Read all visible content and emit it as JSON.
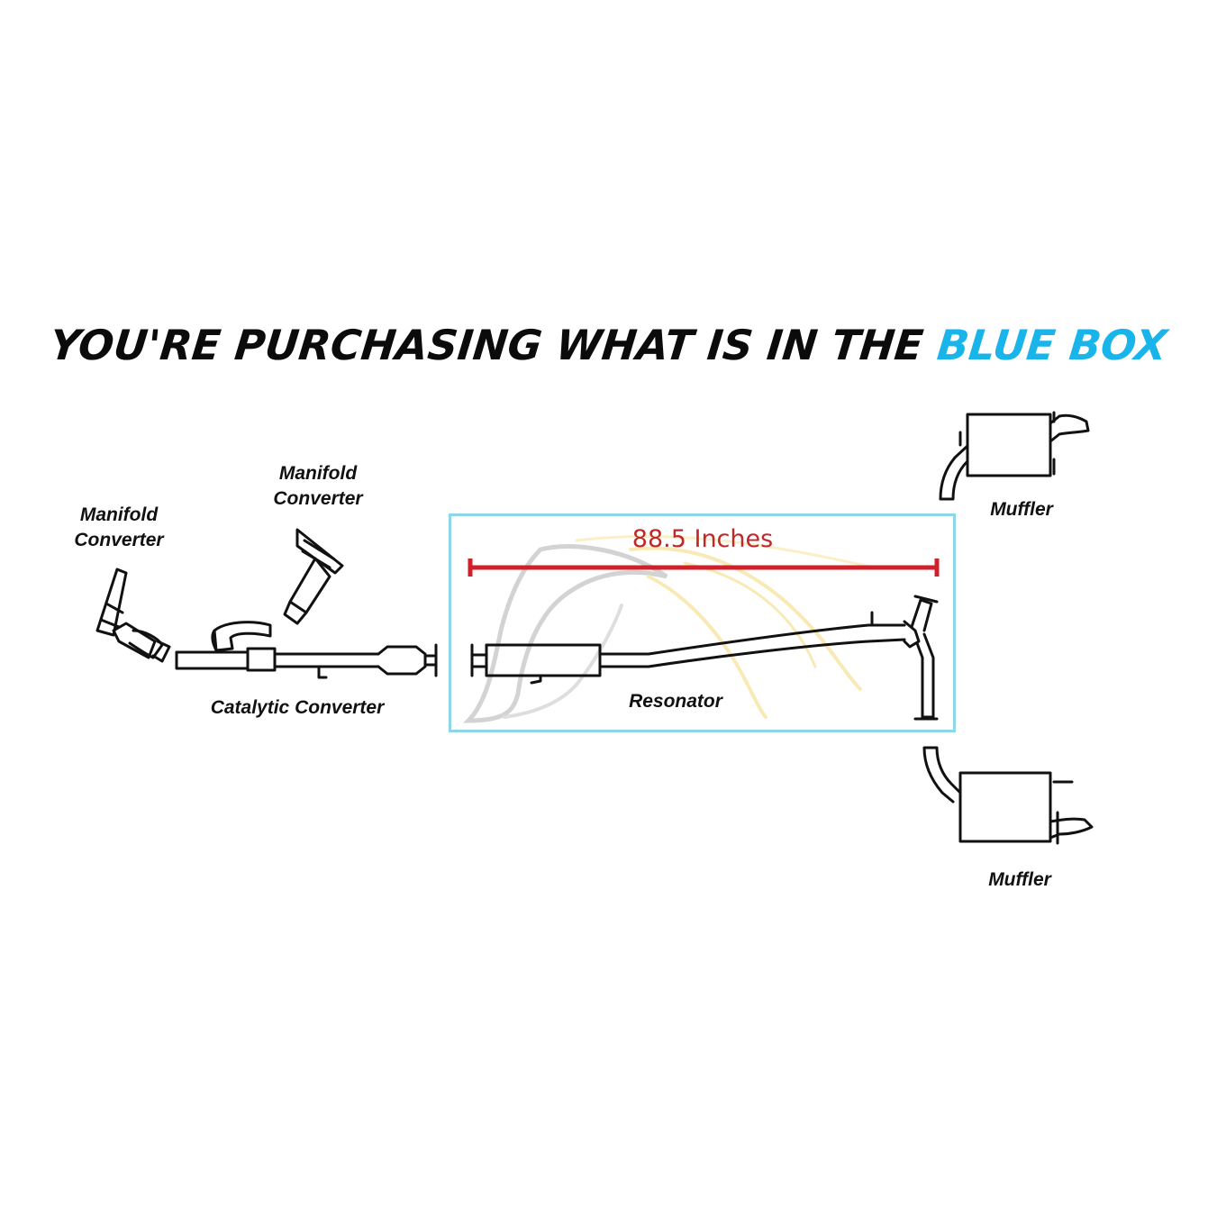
{
  "headline": {
    "part1": "YOU'RE PURCHASING WHAT IS IN THE ",
    "part2": "BLUE BOX"
  },
  "labels": {
    "manifold_converter_left_line1": "Manifold",
    "manifold_converter_left_line2": "Converter",
    "manifold_converter_right_line1": "Manifold",
    "manifold_converter_right_line2": "Converter",
    "catalytic_converter": "Catalytic Converter",
    "resonator": "Resonator",
    "muffler_top": "Muffler",
    "muffler_bottom": "Muffler"
  },
  "dimension": {
    "label": "88.5 Inches",
    "value": 88.5,
    "unit": "Inches"
  },
  "colors": {
    "highlight_box": "#8fd6ea",
    "headline_accent": "#18b4ea",
    "dimension_line": "#d0202a",
    "line_art": "#111111"
  }
}
